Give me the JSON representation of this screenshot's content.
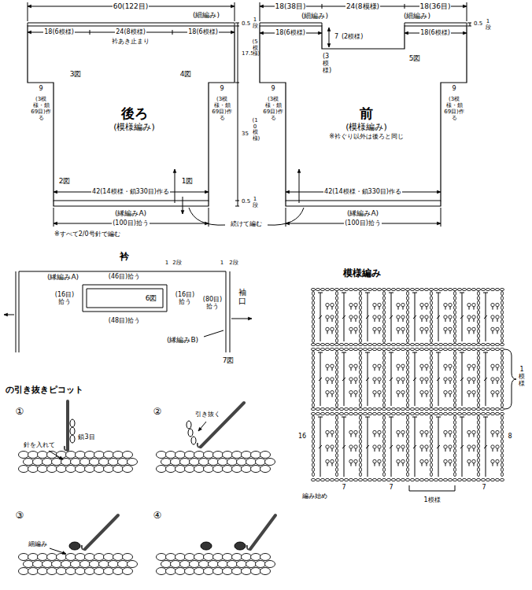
{
  "diagram": {
    "nodes": [
      {
        "text": [
          "後ろ",
          "(模様編み)"
        ]
      },
      {
        "text": [
          "前",
          "(模様編み)",
          "※衿ぐり以外は後ろと同じ"
        ]
      }
    ],
    "labels": [
      "60(122目)",
      "(細編み)",
      "18(6模様)",
      "24(8模様)",
      "18(6模様)",
      "衿あき止まり",
      "0.5",
      "1段",
      "17.5",
      "(5模様)",
      "35",
      "(10模様)",
      "0.5",
      "1段",
      "18(38目)",
      "24(8模様)",
      "18(36目)",
      "(細編み)",
      "(細編み)",
      "18(6模様)",
      "7",
      "(2模様)",
      "5図",
      "18(6模様)",
      "0.5",
      "1段",
      "(3模様)",
      "3図",
      "4図",
      "9",
      "(3模様・鎖69目)作る",
      "9",
      "(3模様・鎖69目)作る",
      "2図",
      "1図",
      "42(14模様・鎖330目)作る",
      "(縁編みA)",
      "(100目)拾う",
      "※すべて2/0号針で編む",
      "続けて編む",
      "9",
      "(3模様・鎖69目)作る",
      "9",
      "(3模様・鎖69目)作る",
      "42(14模様・鎖330目)作る",
      "(縁編みA)",
      "(100目)拾う",
      "衿",
      "(縁編みA)",
      "(46目)拾う",
      "1",
      "2段",
      "1",
      "2段",
      "(16目)拾う",
      "(16目)拾う",
      "6図",
      "(80目)拾う",
      "袖口",
      "(48目)拾う",
      "(縁編みB)",
      "7図",
      "の引き抜きピコット",
      "①",
      "針を入れて",
      "鎖3目",
      "②",
      "引き抜く",
      "③",
      "細編み",
      "④",
      "模様編み",
      "1模様",
      "16",
      "8",
      "編み始め",
      "7",
      "7",
      "1模様",
      "7"
    ]
  }
}
